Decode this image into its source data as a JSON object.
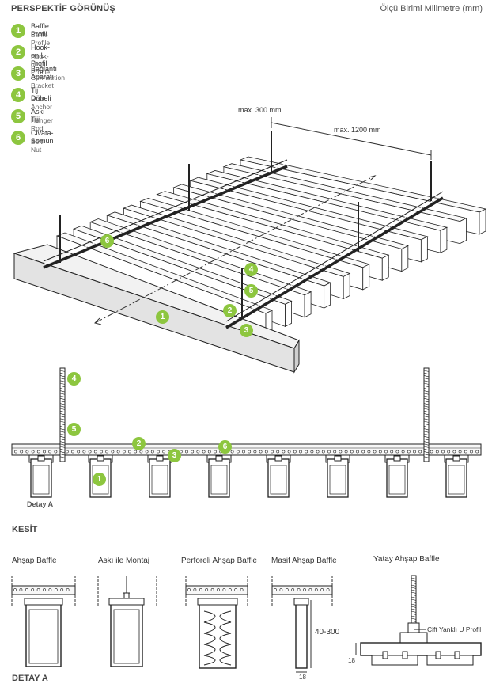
{
  "header": {
    "title": "PERSPEKTİF GÖRÜNÜŞ",
    "unit": "Ölçü Birimi Milimetre (mm)"
  },
  "legend": [
    {
      "num": "1",
      "tr": "Baffle Profil",
      "en": "Baffle Profile"
    },
    {
      "num": "2",
      "tr": "Hook-on L Profil",
      "en": "Hook-on L Profile"
    },
    {
      "num": "3",
      "tr": "Bağlantı Aparatı",
      "en": "Connection Bracket"
    },
    {
      "num": "4",
      "tr": "Tij Dübeli",
      "en": "Rod Anchor"
    },
    {
      "num": "5",
      "tr": "Askı Tiji",
      "en": "Hanger Rod"
    },
    {
      "num": "6",
      "tr": "Civata-Somun",
      "en": "Bolt-Nut"
    }
  ],
  "dimensions": {
    "max_300": "max. 300 mm",
    "max_1200": "max. 1200 mm",
    "height": "40-300",
    "thickness_18": "18",
    "thickness_18b": "18"
  },
  "section": {
    "detail_a_small": "Detay A",
    "kesit": "KESİT",
    "detay_a": "DETAY A",
    "details": [
      "Ahşap Baffle",
      "Askı ile Montaj",
      "Perforeli Ahşap Baffle",
      "Masif Ahşap Baffle",
      "Yatay Ahşap Baffle"
    ],
    "u_profile": "Çift Yanklı U Profil"
  },
  "colors": {
    "accent": "#8dc63f",
    "line": "#222222",
    "fill": "#e3e3e3"
  }
}
